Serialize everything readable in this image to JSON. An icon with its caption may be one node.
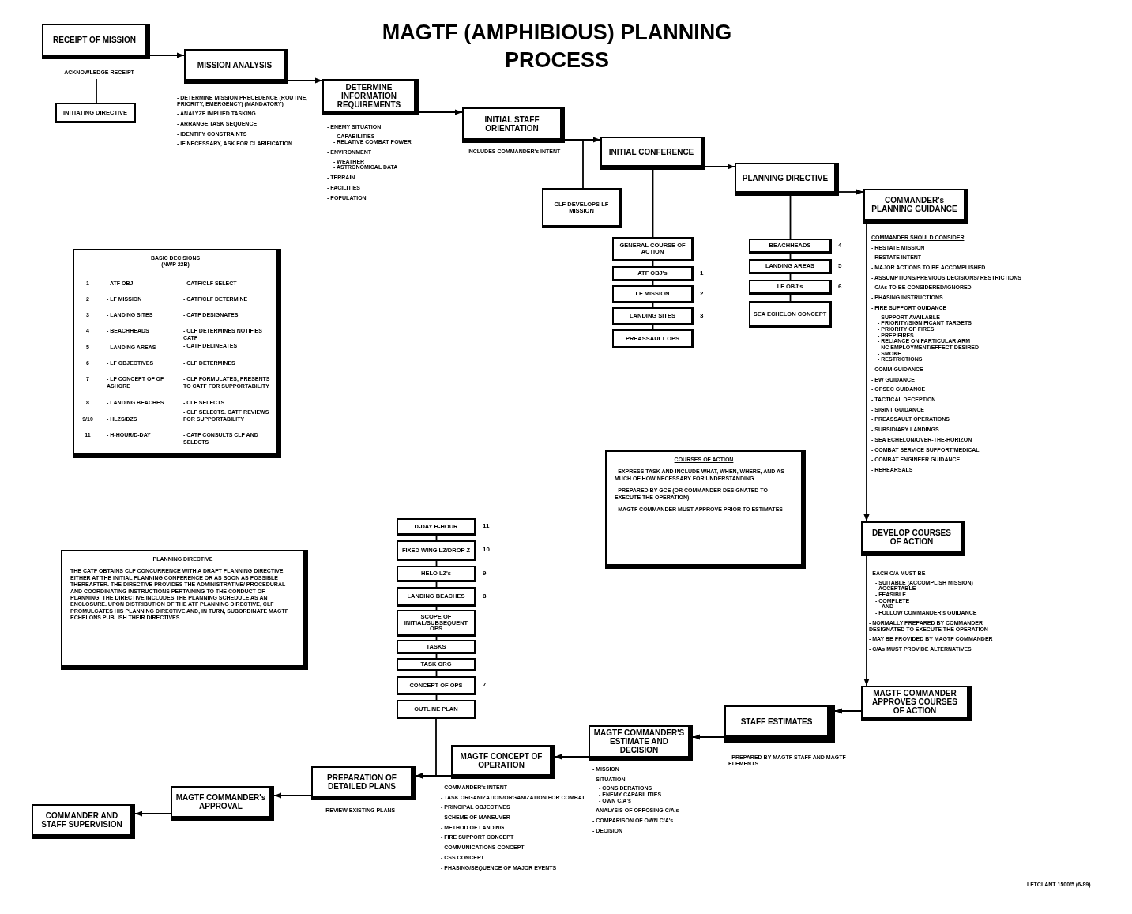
{
  "diagram": {
    "title": "MAGTF (AMPHIBIOUS) PLANNING PROCESS",
    "nodes": [
      {
        "text": [
          "RECEIPT OF MISSION"
        ],
        "beside": [
          "ACKNOWLEDGE RECEIPT"
        ]
      },
      {
        "text": [
          "INITIATING DIRECTIVE"
        ]
      },
      {
        "text": [
          "MISSION ANALYSIS"
        ],
        "beside": [
          "- DETERMINE MISSION PRECEDENCE (ROUTINE, PRIORITY, EMERGENCY) (MANDATORY)",
          "- ANALYZE IMPLIED TASKING",
          "- ARRANGE TASK SEQUENCE",
          "- IDENTIFY CONSTRAINTS",
          "- IF NECESSARY, ASK FOR CLARIFICATION"
        ]
      },
      {
        "text": [
          "DETERMINE INFORMATION REQUIREMENTS"
        ],
        "beside": [
          "- ENEMY SITUATION",
          "- CAPABILITIES",
          "- RELATIVE COMBAT POWER",
          "- ENVIRONMENT",
          "- WEATHER",
          "- ASTRONOMICAL DATA",
          "- TERRAIN",
          "- FACILITIES",
          "- POPULATION"
        ]
      },
      {
        "text": [
          "INITIAL STAFF ORIENTATION"
        ],
        "beside": [
          "INCLUDES COMMANDER's INTENT"
        ]
      },
      {
        "text": [
          "CLF DEVELOPS LF MISSION"
        ]
      },
      {
        "text": [
          "INITIAL CONFERENCE"
        ]
      },
      {
        "text": [
          "GENERAL COURSE OF ACTION"
        ]
      },
      {
        "text": [
          "ATF OBJ's"
        ],
        "beside": [
          "1"
        ]
      },
      {
        "text": [
          "LF MISSION"
        ],
        "beside": [
          "2"
        ]
      },
      {
        "text": [
          "LANDING SITES"
        ],
        "beside": [
          "3"
        ]
      },
      {
        "text": [
          "PREASSAULT OPS"
        ]
      },
      {
        "text": [
          "PLANNING DIRECTIVE"
        ]
      },
      {
        "text": [
          "BEACHHEADS"
        ],
        "beside": [
          "4"
        ]
      },
      {
        "text": [
          "LANDING AREAS"
        ],
        "beside": [
          "5"
        ]
      },
      {
        "text": [
          "LF OBJ's"
        ],
        "beside": [
          "6"
        ]
      },
      {
        "text": [
          "SEA ECHELON CONCEPT"
        ]
      },
      {
        "text": [
          "COMMANDER's PLANNING GUIDANCE"
        ],
        "beside": [
          "COMMANDER SHOULD CONSIDER",
          "- RESTATE MISSION",
          "- RESTATE INTENT",
          "- MAJOR ACTIONS TO BE ACCOMPLISHED",
          "- ASSUMPTIONS/PREVIOUS DECISIONS/ RESTRICTIONS",
          "- C/As TO BE CONSIDERED/IGNORED",
          "- PHASING INSTRUCTIONS",
          "- FIRE SUPPORT GUIDANCE",
          "- SUPPORT AVAILABLE",
          "- PRIORITY/SIGNIFICANT TARGETS",
          "- PRIORITY OF FIRES",
          "- PREP FIRES",
          "- RELIANCE ON PARTICULAR ARM",
          "- NC EMPLOYMENT/EFFECT DESIRED",
          "- SMOKE",
          "- RESTRICTIONS",
          "- COMM GUIDANCE",
          "- EW GUIDANCE",
          "- OPSEC GUIDANCE",
          "- TACTICAL DECEPTION",
          "- SIGINT GUIDANCE",
          "- PREASSAULT OPERATIONS",
          "- SUBSIDIARY LANDINGS",
          "- SEA ECHELON/OVER-THE-HORIZON",
          "- COMBAT SERVICE SUPPORT/MEDICAL",
          "- COMBAT ENGINEER GUIDANCE",
          "- REHEARSALS"
        ]
      },
      {
        "text": [
          "DEVELOP COURSES OF ACTION"
        ],
        "beside": [
          "- EACH C/A MUST BE",
          "- SUITABLE (ACCOMPLISH MISSION)",
          "- ACCEPTABLE",
          "- FEASIBLE",
          "- COMPLETE",
          "AND",
          "- FOLLOW COMMANDER's GUIDANCE",
          "- NORMALLY PREPARED BY COMMANDER DESIGNATED TO EXECUTE THE OPERATION",
          "- MAY BE PROVIDED BY MAGTF COMMANDER",
          "- C/As MUST PROVIDE ALTERNATIVES"
        ]
      },
      {
        "text": [
          "MAGTF COMMANDER APPROVES COURSES OF ACTION"
        ]
      },
      {
        "text": [
          "STAFF ESTIMATES"
        ],
        "beside": [
          "- PREPARED BY MAGTF STAFF AND MAGTF ELEMENTS"
        ]
      },
      {
        "text": [
          "MAGTF COMMANDER'S ESTIMATE AND DECISION"
        ],
        "beside": [
          "- MISSION",
          "- SITUATION",
          "- CONSIDERATIONS",
          "- ENEMY CAPABILITIES",
          "- OWN C/A's",
          "- ANALYSIS OF OPPOSING C/A's",
          "- COMPARISON OF OWN C/A's",
          "- DECISION"
        ]
      },
      {
        "text": [
          "MAGTF CONCEPT OF OPERATION"
        ],
        "beside": [
          "- COMMANDER's INTENT",
          "- TASK ORGANIZATION/ORGANIZATION FOR COMBAT",
          "- PRINCIPAL OBJECTIVES",
          "- SCHEME OF MANEUVER",
          "- METHOD OF LANDING",
          "- FIRE SUPPORT CONCEPT",
          "- COMMUNICATIONS CONCEPT",
          "- CSS CONCEPT",
          "- PHASING/SEQUENCE OF MAJOR EVENTS"
        ]
      },
      {
        "text": [
          "PREPARATION OF DETAILED PLANS"
        ],
        "beside": [
          "- REVIEW EXISTING PLANS"
        ]
      },
      {
        "text": [
          "MAGTF COMMANDER's APPROVAL"
        ]
      },
      {
        "text": [
          "COMMANDER AND STAFF SUPERVISION"
        ]
      },
      {
        "text": [
          "D-DAY H-HOUR"
        ],
        "beside": [
          "11"
        ]
      },
      {
        "text": [
          "FIXED WING LZ/DROP Z"
        ],
        "beside": [
          "10"
        ]
      },
      {
        "text": [
          "HELO LZ's"
        ],
        "beside": [
          "9"
        ]
      },
      {
        "text": [
          "LANDING BEACHES"
        ],
        "beside": [
          "8"
        ]
      },
      {
        "text": [
          "SCOPE OF INITIAL/SUBSEQUENT OPS"
        ]
      },
      {
        "text": [
          "TASKS"
        ]
      },
      {
        "text": [
          "TASK ORG"
        ]
      },
      {
        "text": [
          "CONCEPT OF OPS"
        ],
        "beside": [
          "7"
        ]
      },
      {
        "text": [
          "OUTLINE PLAN"
        ]
      },
      {
        "text": [
          "BASIC DECISIONS",
          "(NWP 22B)"
        ]
      },
      {
        "text": [
          "COURSES OF ACTION",
          "- EXPRESS TASK AND INCLUDE WHAT, WHEN, WHERE, AND AS MUCH OF HOW NECESSARY FOR UNDERSTANDING.",
          "- PREPARED BY GCE (OR COMMANDER DESIGNATED TO EXECUTE THE OPERATION).",
          "- MAGTF COMMANDER MUST APPROVE PRIOR TO ESTIMATES"
        ]
      },
      {
        "text": [
          "PLANNING DIRECTIVE",
          "THE CATF OBTAINS CLF CONCURRENCE WITH A DRAFT PLANNING DIRECTIVE EITHER AT THE INITIAL PLANNING CONFERENCE OR AS SOON AS POSSIBLE THEREAFTER. THE DIRECTIVE PROVIDES THE ADMINISTRATIVE/ PROCEDURAL AND COORDINATING INSTRUCTIONS PERTAINING TO THE CONDUCT OF PLANNING. THE DIRECTIVE INCLUDES THE PLANNING SCHEDULE AS AN ENCLOSURE. UPON DISTRIBUTION OF THE ATF PLANNING DIRECTIVE, CLF PROMULGATES HIS PLANNING DIRECTIVE AND, IN TURN, SUBORDINATE MAGTF ECHELONS PUBLISH THEIR DIRECTIVES."
        ]
      }
    ],
    "edges": [
      {
        "from": 0,
        "to": 2,
        "arrow": "to"
      },
      {
        "from": 0,
        "to": 1,
        "arrow": "none"
      },
      {
        "from": 2,
        "to": 3,
        "arrow": "to"
      },
      {
        "from": 3,
        "to": 4,
        "arrow": "to"
      },
      {
        "from": 4,
        "to": 6,
        "arrow": "to"
      },
      {
        "from": 4,
        "to": 5,
        "arrow": "none"
      },
      {
        "from": 6,
        "to": 12,
        "arrow": "to"
      },
      {
        "from": 6,
        "to": 7,
        "arrow": "none"
      },
      {
        "from": 7,
        "to": 8,
        "arrow": "none"
      },
      {
        "from": 8,
        "to": 9,
        "arrow": "none"
      },
      {
        "from": 9,
        "to": 10,
        "arrow": "none"
      },
      {
        "from": 10,
        "to": 11,
        "arrow": "none"
      },
      {
        "from": 12,
        "to": 13,
        "arrow": "none"
      },
      {
        "from": 13,
        "to": 14,
        "arrow": "none"
      },
      {
        "from": 14,
        "to": 15,
        "arrow": "none"
      },
      {
        "from": 15,
        "to": 16,
        "arrow": "none"
      },
      {
        "from": 12,
        "to": 17,
        "arrow": "to"
      },
      {
        "from": 17,
        "to": 18,
        "arrow": "to"
      },
      {
        "from": 18,
        "to": 19,
        "arrow": "to"
      },
      {
        "from": 19,
        "to": 20,
        "arrow": "to"
      },
      {
        "from": 20,
        "to": 21,
        "arrow": "to"
      },
      {
        "from": 21,
        "to": 22,
        "arrow": "to"
      },
      {
        "from": 22,
        "to": 23,
        "arrow": "to"
      },
      {
        "from": 23,
        "to": 24,
        "arrow": "to"
      },
      {
        "from": 24,
        "to": 25,
        "arrow": "to"
      },
      {
        "from": 26,
        "to": 27,
        "arrow": "none"
      },
      {
        "from": 27,
        "to": 28,
        "arrow": "none"
      },
      {
        "from": 28,
        "to": 29,
        "arrow": "none"
      },
      {
        "from": 29,
        "to": 30,
        "arrow": "none"
      },
      {
        "from": 30,
        "to": 31,
        "arrow": "none"
      },
      {
        "from": 31,
        "to": 32,
        "arrow": "none"
      },
      {
        "from": 32,
        "to": 33,
        "arrow": "none"
      },
      {
        "from": 33,
        "to": 34,
        "arrow": "none"
      },
      {
        "from": 34,
        "to": 23,
        "arrow": "to"
      }
    ],
    "labels": [
      "1",
      "- ATF OBJ",
      "- CATF/CLF SELECT",
      "2",
      "- LF MISSION",
      "- CATF/CLF DETERMINE",
      "3",
      "- LANDING SITES",
      "- CATF DESIGNATES",
      "4",
      "- BEACHHEADS",
      "- CLF DETERMINES NOTIFIES CATF",
      "5",
      "- LANDING AREAS",
      "- CATF DELINEATES",
      "6",
      "- LF OBJECTIVES",
      "- CLF DETERMINES",
      "7",
      "- LF CONCEPT OF OP ASHORE",
      "- CLF FORMULATES, PRESENTS TO CATF FOR SUPPORTABILITY",
      "8",
      "- LANDING BEACHES",
      "- CLF SELECTS",
      "9/10",
      "- HLZS/DZS",
      "- CLF SELECTS. CATF REVIEWS FOR SUPPORTABILITY",
      "11",
      "- H-HOUR/D-DAY",
      "- CATF CONSULTS CLF AND SELECTS",
      "LFTCLANT 1500/5 (6-89)"
    ]
  }
}
